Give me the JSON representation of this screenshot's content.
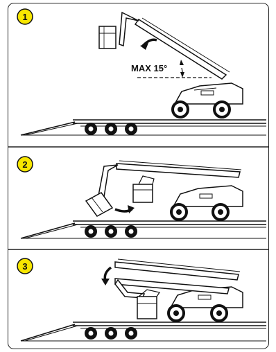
{
  "panels": [
    {
      "step": "1",
      "angle_label": "MAX 15°"
    },
    {
      "step": "2"
    },
    {
      "step": "3"
    }
  ],
  "colors": {
    "badge_fill": "#f7e600",
    "line": "#111111"
  }
}
